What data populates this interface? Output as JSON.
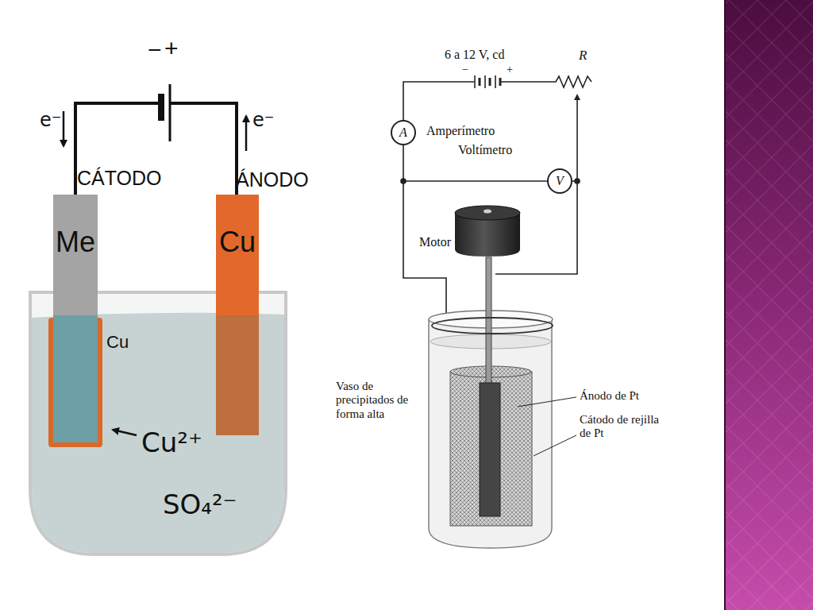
{
  "diagram": {
    "nodes": [
      {
        "text": [
          "Me"
        ]
      },
      {
        "text": [
          "Cu"
        ]
      },
      {
        "text": [
          "A",
          "Amperímetro"
        ]
      },
      {
        "text": [
          "V",
          "Voltímetro"
        ]
      },
      {
        "text": [
          "Motor"
        ]
      }
    ],
    "edges": [
      {
        "from": 2,
        "to": 3,
        "arrow": "none"
      }
    ],
    "labels": [
      "−",
      "+",
      "e⁻",
      "e⁻",
      "CÁTODO",
      "ÁNODO",
      "Cu",
      "Cu²⁺",
      "SO₄²⁻",
      "6 a 12 V, cd",
      "−",
      "+",
      "R",
      "Vaso de precipitados de forma alta",
      "Ánodo de Pt",
      "Cátodo de rejilla de Pt"
    ]
  }
}
